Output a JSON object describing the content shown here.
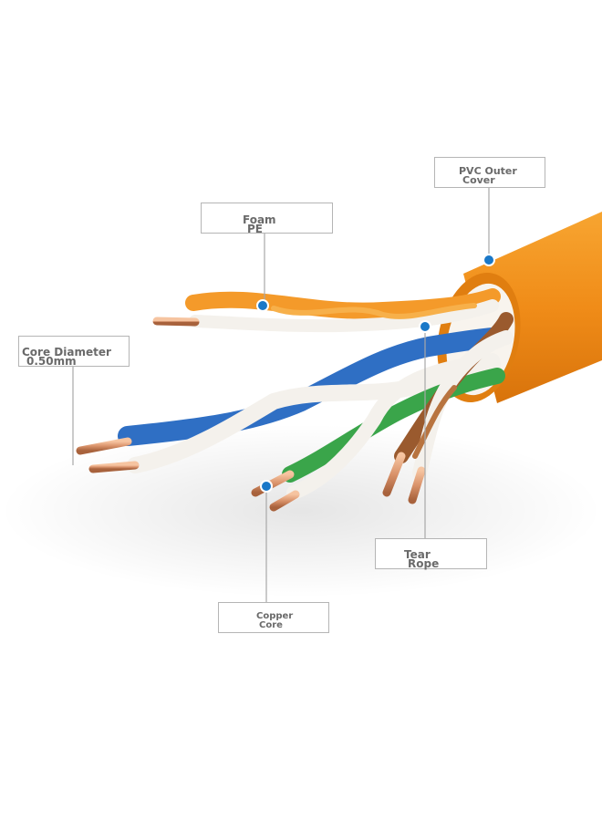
{
  "labels": {
    "pvc_outer_cover": {
      "line1": "PVC Outer",
      "line2": "Cover"
    },
    "foam_pe": {
      "line1": "Foam",
      "line2": "PE"
    },
    "core_diameter": {
      "line1": "Core Diameter",
      "line2": "0.50mm"
    },
    "tear_rope": {
      "line1": "Tear",
      "line2": "Rope"
    },
    "copper_core": {
      "line1": "Copper",
      "line2": "Core"
    }
  },
  "colors": {
    "jacket": "#f2901a",
    "orange_pair": "#f49a2a",
    "blue_pair": "#2f6fc4",
    "green_pair": "#3aa54a",
    "brown_pair": "#9a5a2e",
    "copper": "#d9926a",
    "marker_dot": "#1a78c8",
    "label_text": "#6a6a6a"
  }
}
